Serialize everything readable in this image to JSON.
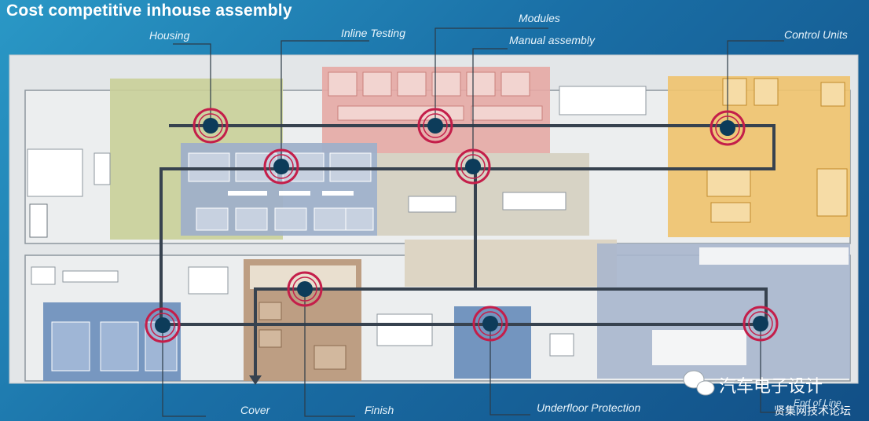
{
  "title": "Cost competitive inhouse assembly",
  "callouts": {
    "housing": "Housing",
    "inline_testing": "Inline Testing",
    "modules": "Modules",
    "manual_assembly": "Manual assembly",
    "control_units": "Control Units",
    "cover": "Cover",
    "finish": "Finish",
    "underfloor_protection": "Underfloor Protection"
  },
  "end_of_line": "End of Line",
  "watermark": {
    "channel": "汽车电子设计",
    "forum": "贤集网技术论坛"
  },
  "colors": {
    "background": "#1a6fa6",
    "zone_housing": "#c9cf98",
    "zone_modules": "#e5a9a4",
    "zone_control_units": "#efc36f",
    "zone_blue": "#9fb0c9",
    "zone_brown": "#b9977a",
    "flow_line": "#37424f",
    "station_ring": "#c41e4a",
    "station_dot": "#0d3c5a"
  }
}
